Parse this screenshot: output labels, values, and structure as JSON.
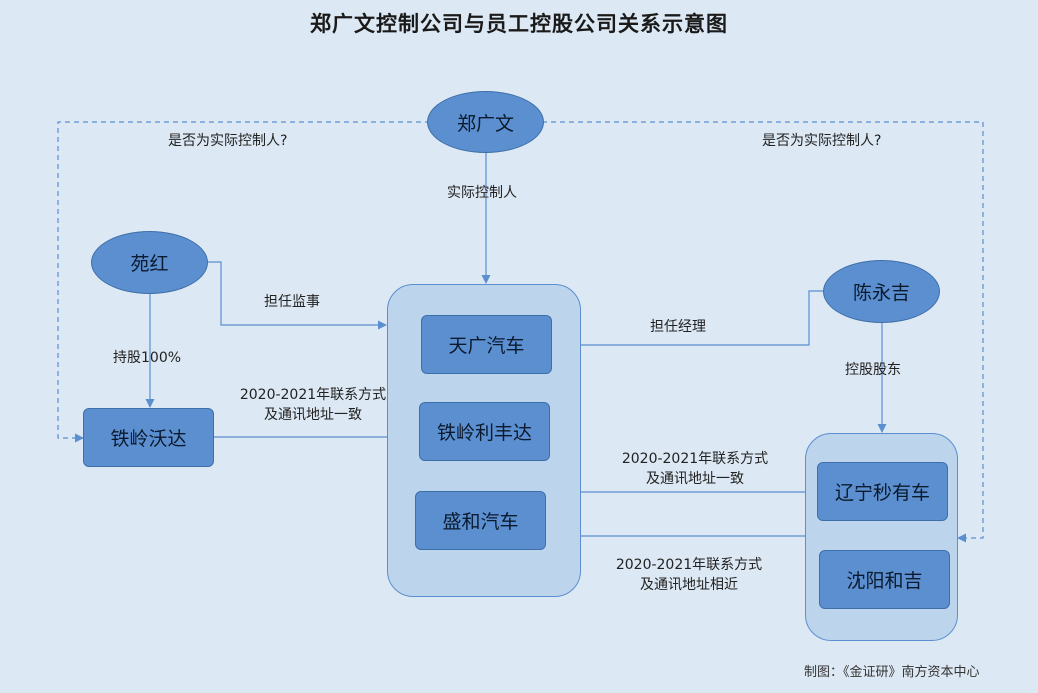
{
  "title": "郑广文控制公司与员工控股公司关系示意图",
  "nodes": {
    "zheng": "郑广文",
    "yuan": "苑红",
    "chen": "陈永吉",
    "tieling_woda": "铁岭沃达",
    "tianguang": "天广汽车",
    "tieling_lifengda": "铁岭利丰达",
    "shenghe": "盛和汽车",
    "liaoning": "辽宁秒有车",
    "shenyang": "沈阳和吉"
  },
  "edge_labels": {
    "actual_controller_q_left": "是否为实际控制人?",
    "actual_controller_q_right": "是否为实际控制人?",
    "actual_controller": "实际控制人",
    "supervisor": "担任监事",
    "manager": "担任经理",
    "holding_100": "持股100%",
    "controlling_shareholder": "控股股东",
    "contact_same_left_l1": "2020-2021年联系方式",
    "contact_same_left_l2": "及通讯地址一致",
    "contact_same_right_l1": "2020-2021年联系方式",
    "contact_same_right_l2": "及通讯地址一致",
    "contact_similar_l1": "2020-2021年联系方式",
    "contact_similar_l2": "及通讯地址相近"
  },
  "credit": "制图：《金证研》南方资本中心",
  "colors": {
    "background": "#dce8f3",
    "node_fill": "#5b8fd0",
    "group_fill": "#bcd4ec",
    "line": "#5b8fd0"
  }
}
